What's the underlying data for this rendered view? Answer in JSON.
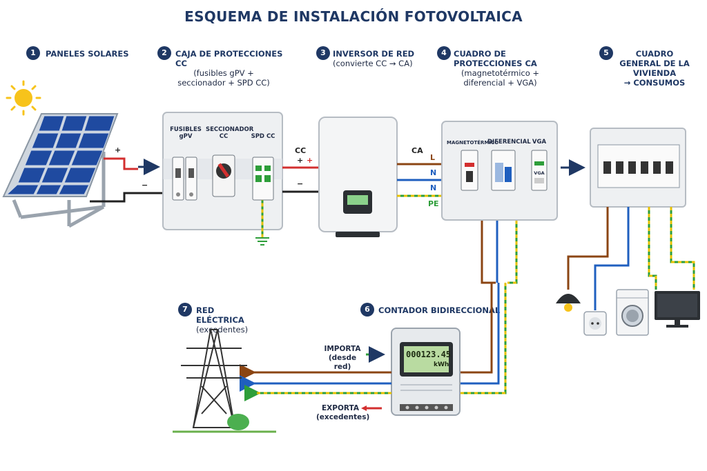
{
  "title": "ESQUEMA DE INSTALACIÓN FOTOVOLTAICA",
  "steps": [
    {
      "num": "1",
      "title": "PANELES SOLARES",
      "sub": ""
    },
    {
      "num": "2",
      "title": "CAJA DE PROTECCIONES CC",
      "sub": "(fusibles gPV + seccionador + SPD CC)"
    },
    {
      "num": "3",
      "title": "INVERSOR DE RED",
      "sub": "(convierte CC → CA)"
    },
    {
      "num": "4",
      "title": "CUADRO DE PROTECCIONES CA",
      "sub": "(magnetotérmico + diferencial + VGA)"
    },
    {
      "num": "5",
      "title": "CUADRO GENERAL DE LA VIVIENDA",
      "sub": "→ CONSUMOS"
    },
    {
      "num": "6",
      "title": "CONTADOR BIDIRECCIONAL",
      "sub": ""
    },
    {
      "num": "7",
      "title": "RED ELÉCTRICA",
      "sub": "(excedentes)"
    }
  ],
  "dc_box": {
    "fuses": "FUSIBLES gPV",
    "switch": "SECCIONADOR CC",
    "spd": "SPD CC"
  },
  "ac_box": {
    "breaker": "MAGNETOTÉRMICO",
    "differential": "DIFERENCIAL",
    "vga": "VGA",
    "vga_device": "VGA"
  },
  "wires": {
    "plus": "+",
    "minus": "−",
    "cc": "CC",
    "ca": "CA",
    "l": "L",
    "n1": "N",
    "n2": "N",
    "pe": "PE"
  },
  "meter": {
    "reading": "000123.45",
    "unit": "kWh"
  },
  "flows": {
    "import": "IMPORTA",
    "import_sub": "(desde red)",
    "export": "EXPORTA",
    "export_sub": "(excedentes)"
  },
  "colors": {
    "navy": "#1f3864",
    "live": "#8b4513",
    "neutral": "#1f5fbf",
    "earth_green": "#2e9e3a",
    "earth_yellow": "#e5c100",
    "positive": "#d32f2f",
    "negative": "#222222"
  }
}
